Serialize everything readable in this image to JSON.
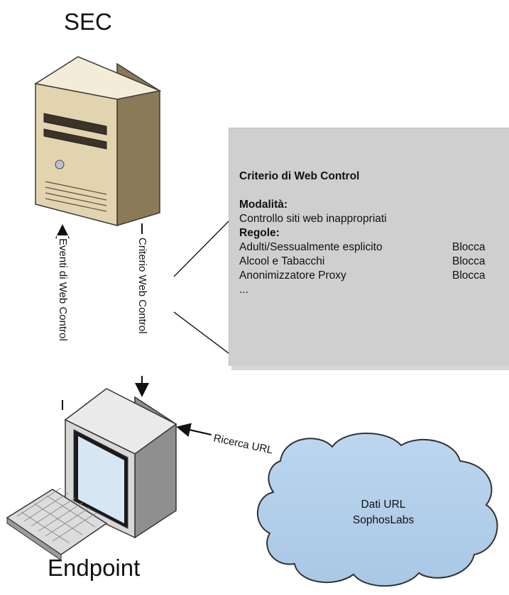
{
  "labels": {
    "server": "SEC",
    "endpoint": "Endpoint",
    "events_arrow": "Eventi di Web Control",
    "policy_arrow": "Criterio Web Control",
    "lookup_arrow": "Ricerca URL"
  },
  "policy_panel": {
    "title": "Criterio di Web Control",
    "mode_heading": "Modalità:",
    "mode_value": "Controllo siti web inappropriati",
    "rules_heading": "Regole:",
    "rules": [
      {
        "name": "Adulti/Sessualmente esplicito",
        "action": "Blocca"
      },
      {
        "name": "Alcool e Tabacchi",
        "action": "Blocca"
      },
      {
        "name": "Anonimizzatore Proxy",
        "action": "Blocca"
      }
    ],
    "ellipsis": "..."
  },
  "cloud": {
    "line1": "Dati URL",
    "line2": "SophosLabs"
  },
  "colors": {
    "panel_bg": "#cfcfcf",
    "server_body": "#e8dcc0",
    "monitor_screen": "#cfe0f0"
  }
}
